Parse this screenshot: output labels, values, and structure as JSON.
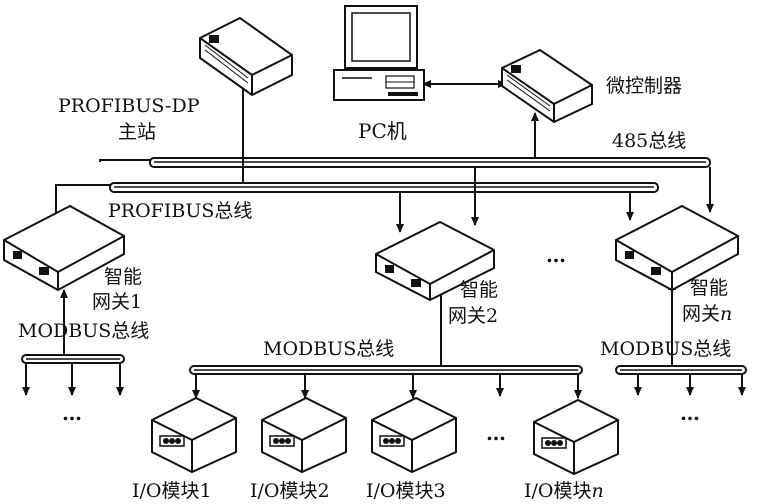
{
  "labels": {
    "profibus_dp": "PROFIBUS-DP",
    "master": "主站",
    "pc": "PC机",
    "microcontroller": "微控制器",
    "bus485": "485总线",
    "profibus_bus": "PROFIBUS总线",
    "gateway1_a": "智能",
    "gateway1_b": "网关1",
    "gateway2_a": "智能",
    "gateway2_b": "网关2",
    "gatewayn_a": "智能",
    "gatewayn_b_main": "网关",
    "gatewayn_b_n": "n",
    "modbus_left": "MODBUS总线",
    "modbus_mid": "MODBUS总线",
    "modbus_right": "MODBUS总线",
    "ellipsis_gw": "…",
    "ellipsis_left": "…",
    "ellipsis_mid": "…",
    "ellipsis_right": "…",
    "io1": "I/O模块1",
    "io2": "I/O模块2",
    "io3": "I/O模块3",
    "ion_main": "I/O模块",
    "ion_n": "n"
  }
}
